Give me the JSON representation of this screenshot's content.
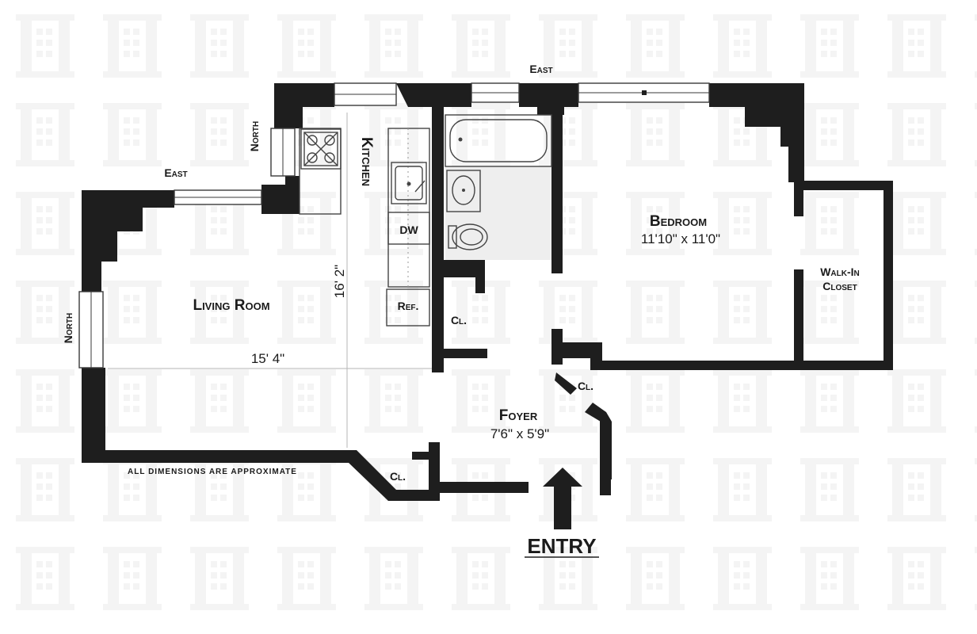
{
  "compass": {
    "east_top": "East",
    "east_left": "East",
    "north_left": "North",
    "north_kitchen": "North"
  },
  "rooms": {
    "kitchen": "Kitchen",
    "living_room": "Living Room",
    "living_width": "15' 4\"",
    "living_length": "16' 2\"",
    "bedroom": "Bedroom",
    "bedroom_dims": "11'10\"  x  11'0\"",
    "walkin_closet_line1": "Walk-In",
    "walkin_closet_line2": "Closet",
    "foyer": "Foyer",
    "foyer_dims": "7'6\"  x  5'9\"",
    "closet_kitchen": "Cl.",
    "closet_foyer": "Cl.",
    "closet_bottom": "Cl."
  },
  "fixtures": {
    "dishwasher": "DW",
    "refrigerator": "Ref."
  },
  "notes": {
    "disclaimer": "ALL DIMENSIONS ARE APPROXIMATE"
  },
  "entry": {
    "label": "ENTRY"
  },
  "colors": {
    "wall": "#1e1e1e",
    "watermark": "#f4f4f4",
    "background": "#ffffff"
  }
}
